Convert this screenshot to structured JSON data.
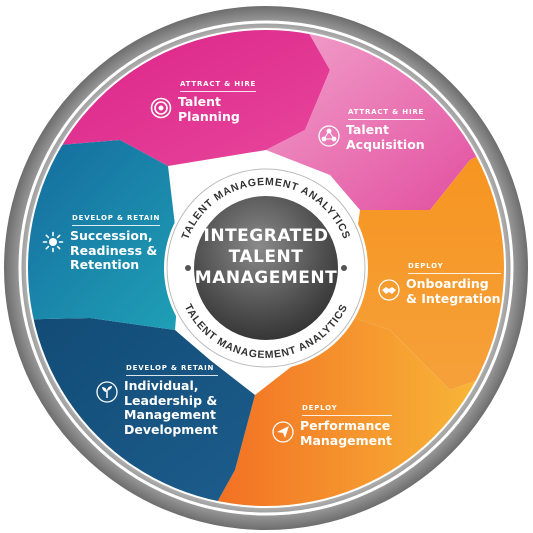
{
  "center": {
    "line1": "INTEGRATED",
    "line2": "TALENT",
    "line3": "MANAGEMENT",
    "ring_text": "TALENT MANAGEMENT ANALYTICS"
  },
  "segments": [
    {
      "category": "ATTRACT & HIRE",
      "title_lines": [
        "Talent",
        "Planning"
      ],
      "icon": "target-icon",
      "color": "#e0318f"
    },
    {
      "category": "ATTRACT & HIRE",
      "title_lines": [
        "Talent",
        "Acquisition"
      ],
      "icon": "network-icon",
      "color": "#ec6fb0"
    },
    {
      "category": "DEPLOY",
      "title_lines": [
        "Onboarding",
        "& Integration"
      ],
      "icon": "handshake-icon",
      "color": "#f68c22"
    },
    {
      "category": "DEPLOY",
      "title_lines": [
        "Performance",
        "Management"
      ],
      "icon": "paper-plane-icon",
      "color": "#f5a623"
    },
    {
      "category": "DEVELOP & RETAIN",
      "title_lines": [
        "Individual,",
        "Leadership &",
        "Management",
        "Development"
      ],
      "icon": "sprout-icon",
      "color": "#1d4f7c"
    },
    {
      "category": "DEVELOP & RETAIN",
      "title_lines": [
        "Succession,",
        "Readiness &",
        "Retention"
      ],
      "icon": "sun-icon",
      "color": "#1b7fa3"
    }
  ]
}
